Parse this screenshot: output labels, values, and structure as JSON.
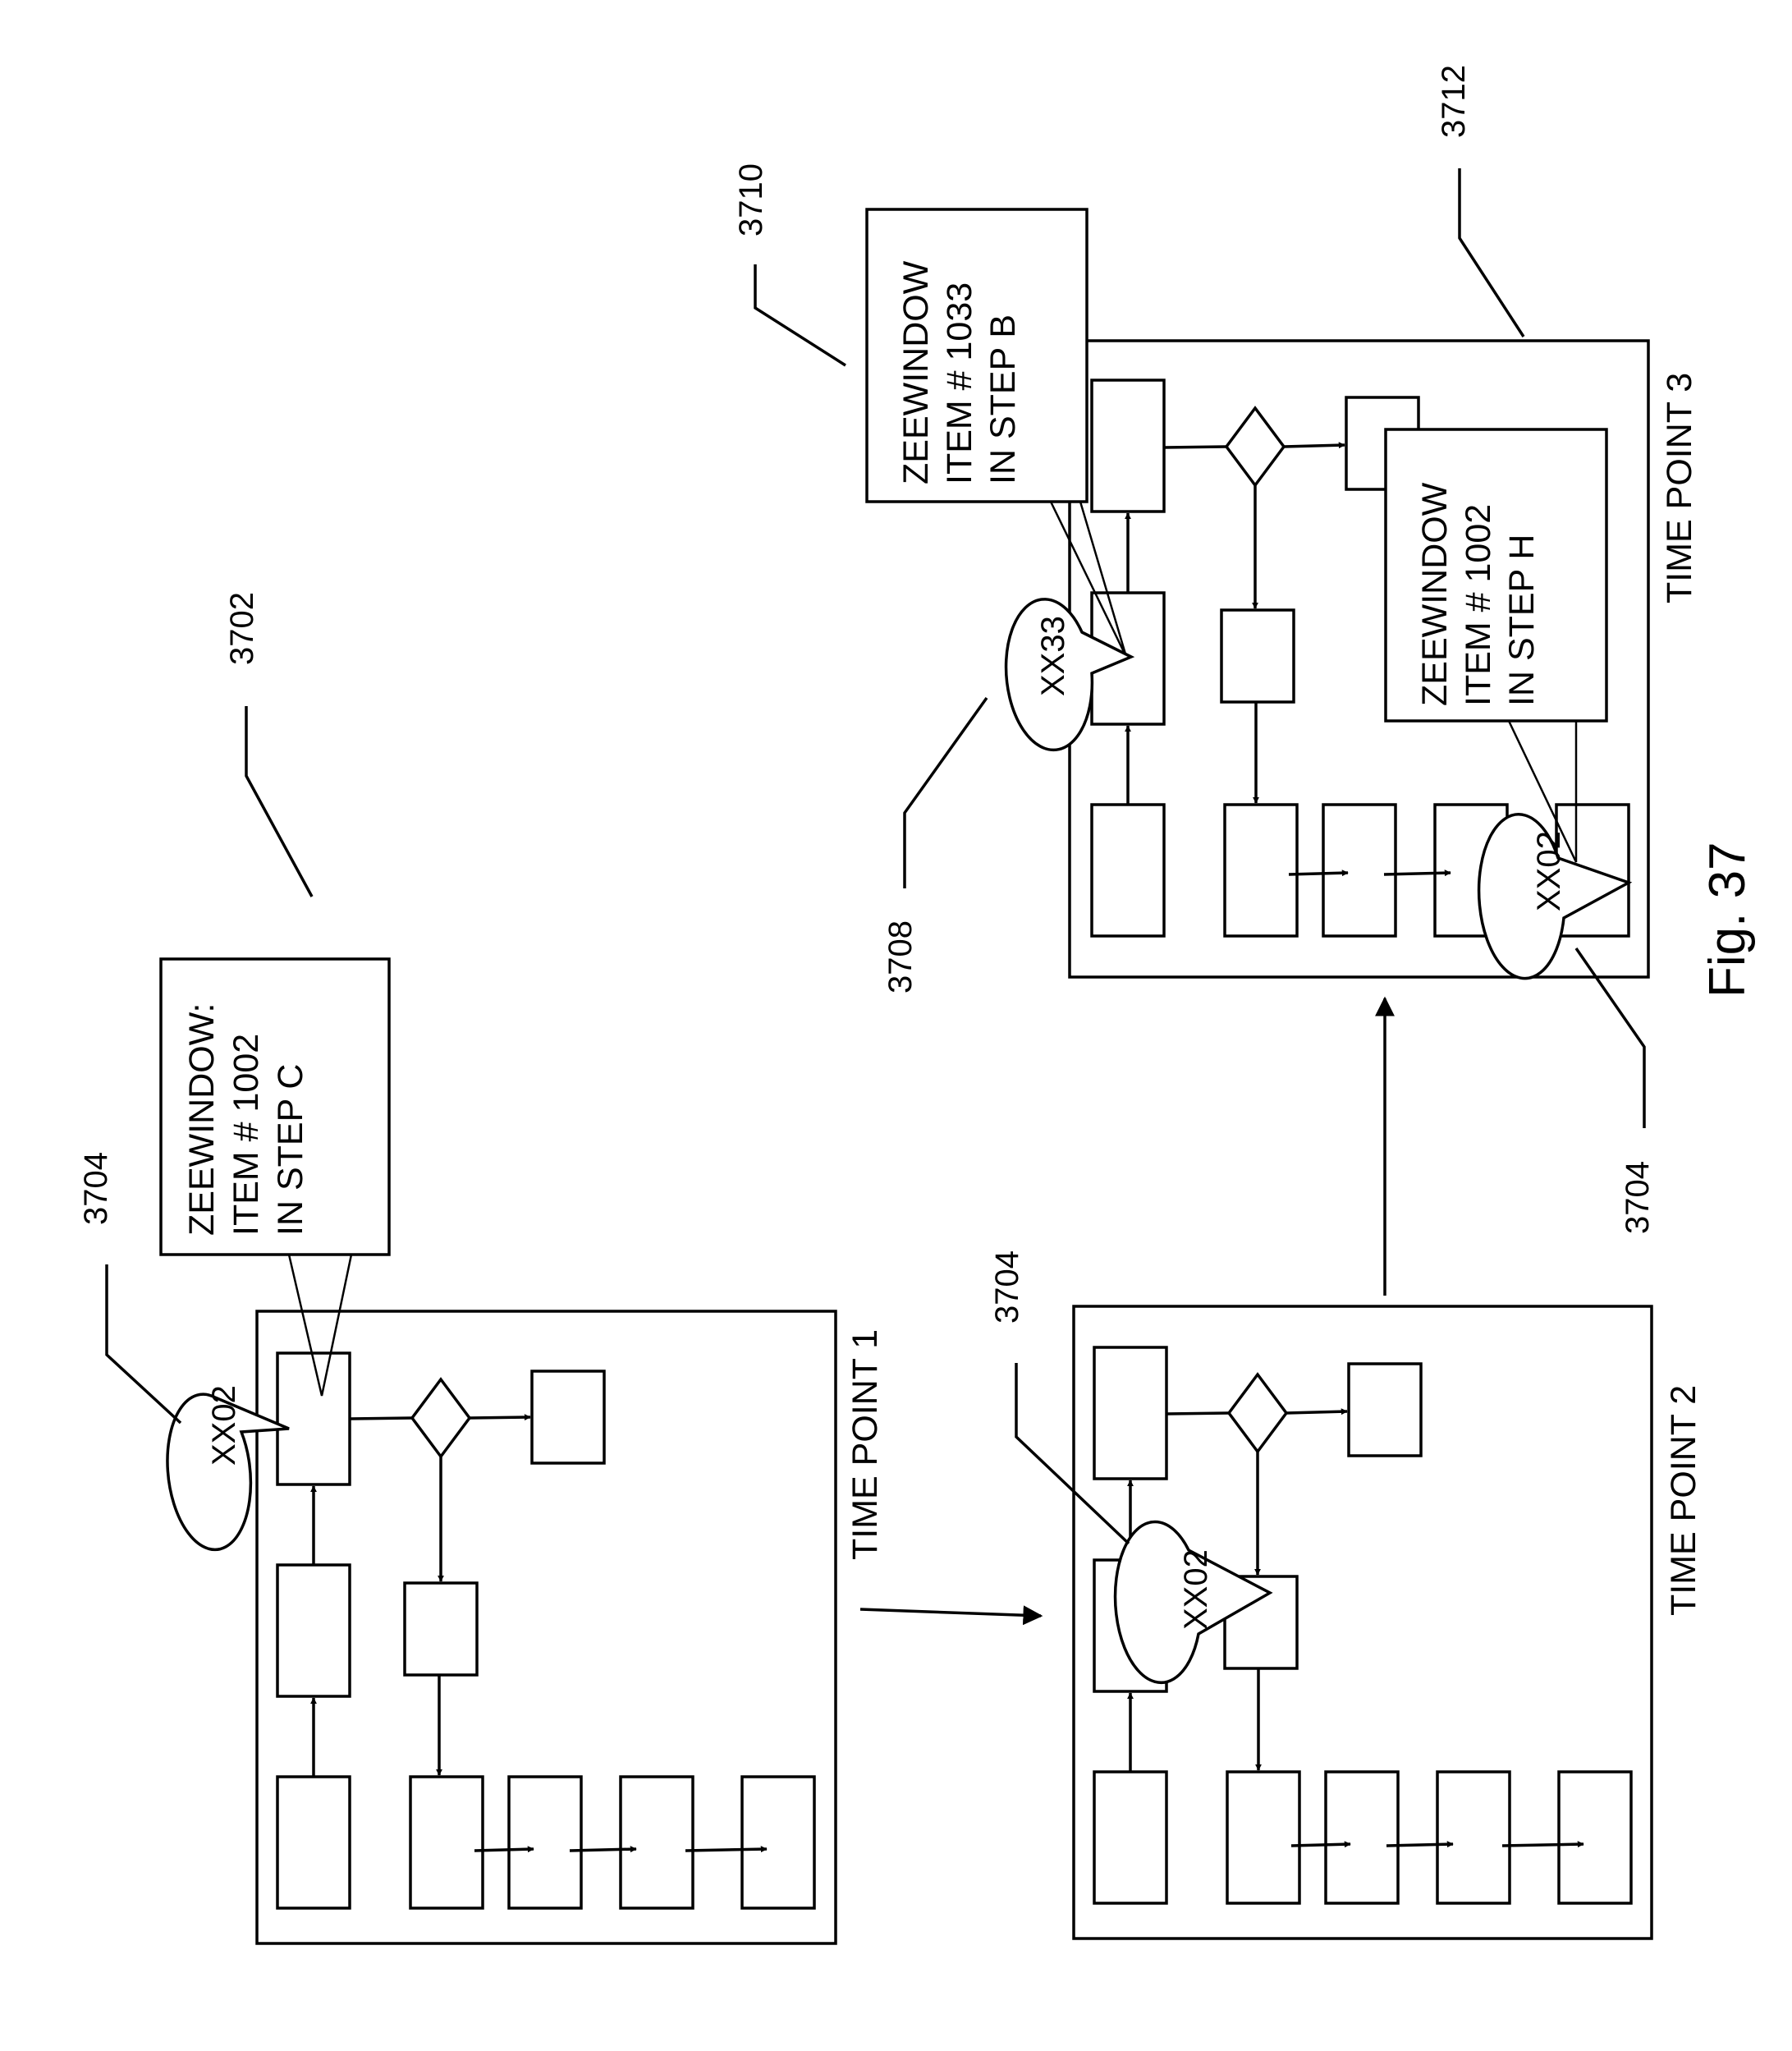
{
  "figure_label": "Fig. 37",
  "time_points": [
    "TIME POINT 1",
    "TIME POINT 2",
    "TIME POINT 3"
  ],
  "reference_numerals": {
    "r3702": "3702",
    "r3704_a": "3704",
    "r3704_b": "3704",
    "r3704_c": "3704",
    "r3708": "3708",
    "r3710": "3710",
    "r3712": "3712"
  },
  "markers": {
    "tp1": "XX02",
    "tp2": "XX02",
    "tp3_top": "XX33",
    "tp3_bottom": "XX02"
  },
  "callouts": {
    "tp1": [
      "ZEEWINDOW:",
      "ITEM # 1002",
      "IN STEP C"
    ],
    "tp3_top": [
      "ZEEWINDOW",
      "ITEM # 1033",
      "IN STEP B"
    ],
    "tp3_bottom": [
      "ZEEWINDOW",
      "ITEM # 1002",
      "IN STEP H"
    ]
  }
}
